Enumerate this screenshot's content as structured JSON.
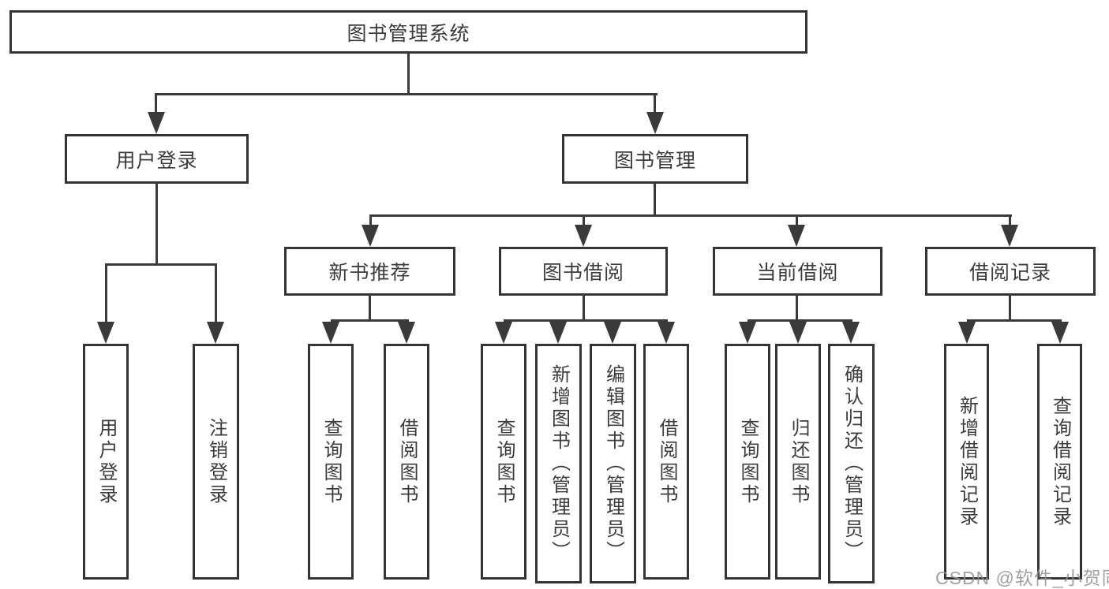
{
  "colors": {
    "background": "#ffffff",
    "box_border": "#343434",
    "connector": "#3a3a3a",
    "text": "#3c3c3c",
    "watermark": "#919196"
  },
  "tree": {
    "root": {
      "label": "图书管理系统"
    },
    "branches": [
      {
        "label": "用户登录",
        "children": [
          {
            "label": "用户登录"
          },
          {
            "label": "注销登录"
          }
        ]
      },
      {
        "label": "图书管理",
        "children": [
          {
            "label": "新书推荐",
            "children": [
              {
                "label": "查询图书"
              },
              {
                "label": "借阅图书"
              }
            ]
          },
          {
            "label": "图书借阅",
            "children": [
              {
                "label": "查询图书"
              },
              {
                "label": "新增图书（管理员）"
              },
              {
                "label": "编辑图书（管理员）"
              },
              {
                "label": "借阅图书"
              }
            ]
          },
          {
            "label": "当前借阅",
            "children": [
              {
                "label": "查询图书"
              },
              {
                "label": "归还图书"
              },
              {
                "label": "确认归还（管理员）"
              }
            ]
          },
          {
            "label": "借阅记录",
            "children": [
              {
                "label": "新增借阅记录"
              },
              {
                "label": "查询借阅记录"
              }
            ]
          }
        ]
      }
    ]
  },
  "watermark": {
    "text": "CSDN @软件_小贺同学"
  }
}
